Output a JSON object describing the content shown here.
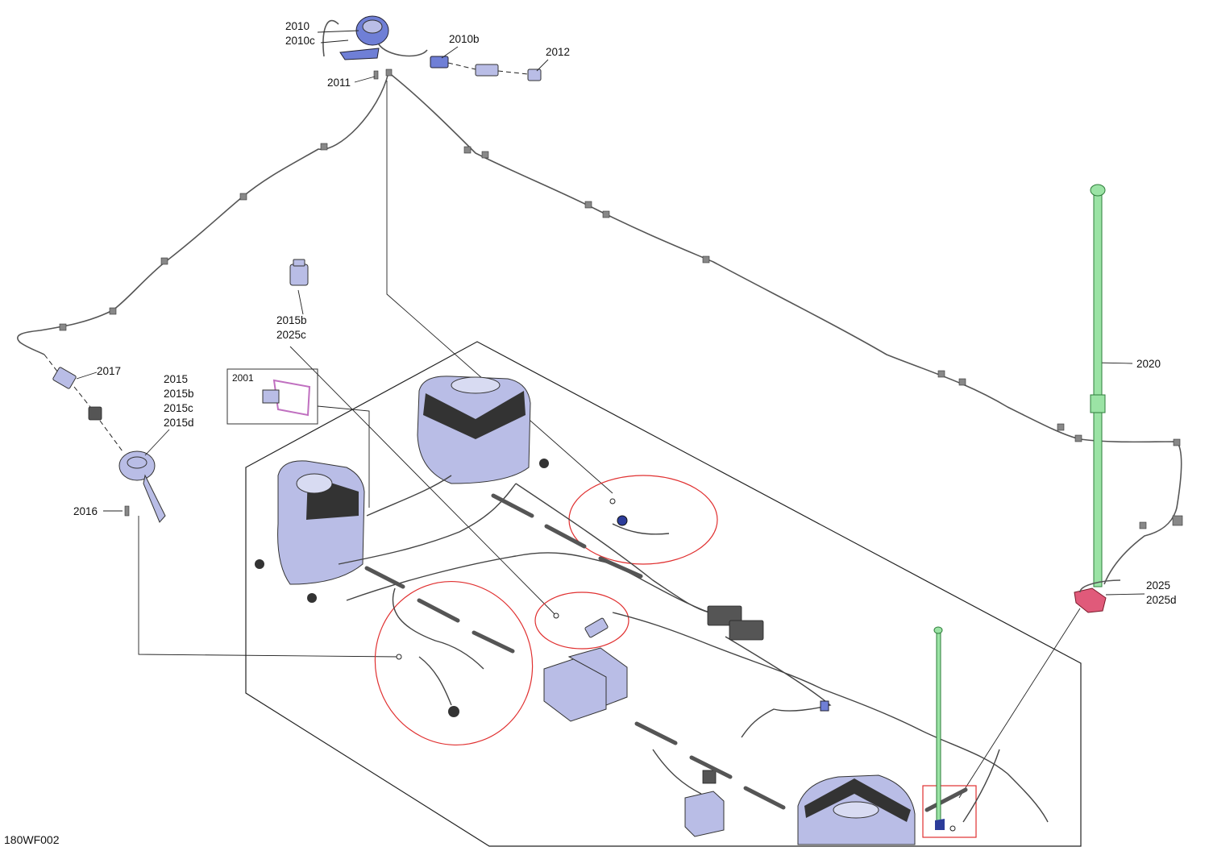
{
  "figure_code": "180WF002",
  "callouts": {
    "c2010": "2010",
    "c2010c": "2010c",
    "c2010b": "2010b",
    "c2012": "2012",
    "c2011": "2011",
    "c2015b_top": "2015b",
    "c2025c": "2025c",
    "c2017": "2017",
    "c2015": "2015",
    "c2015b": "2015b",
    "c2015c": "2015c",
    "c2015d": "2015d",
    "c2016": "2016",
    "c2001": "2001",
    "c2020": "2020",
    "c2025": "2025",
    "c2025d": "2025d"
  },
  "colors": {
    "rod_green": "#9be3a5",
    "part_lavender": "#b9bde6",
    "part_blue": "#6f7fd6",
    "highlight_red": "#e03030",
    "red_part": "#e05a7a"
  }
}
